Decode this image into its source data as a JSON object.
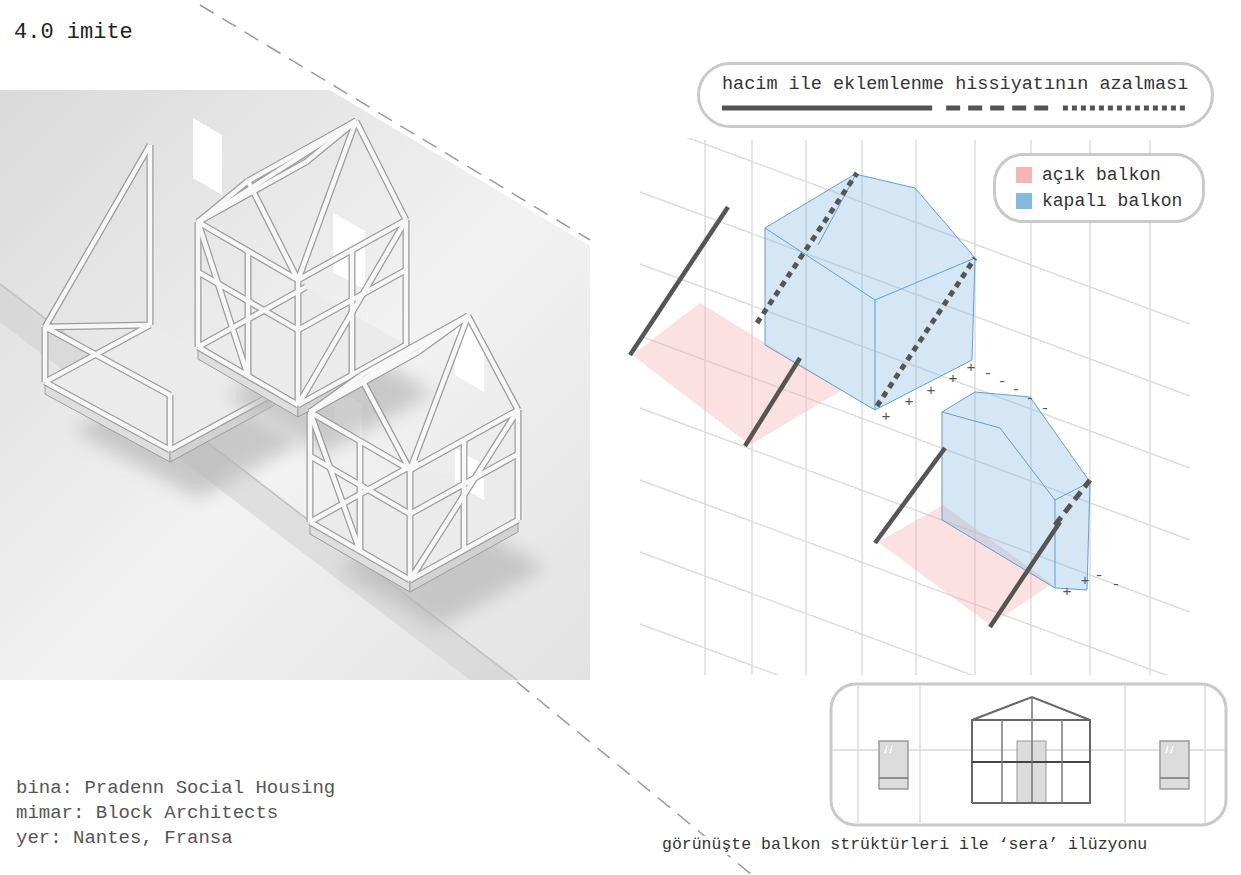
{
  "diagram": {
    "title": "4.0 imite",
    "caption": "görünüşte balkon strüktürleri ile ‘sera’ ilüzyonu",
    "nodes": [
      {
        "text": [
          "hacim ile eklemlenme hissiyatının azalması"
        ]
      }
    ],
    "labels": [
      "bina: Pradenn Social Housing",
      "mimar: Block Architects",
      "yer: Nantes, Fransa",
      "+",
      "+",
      "+",
      "+",
      "+",
      "-",
      "-",
      "-",
      "-",
      "-",
      "+",
      "+",
      "-",
      "-"
    ],
    "legend": [
      {
        "text": "açık balkon",
        "color": "#f5b5b5"
      },
      {
        "text": "kapalı balkon",
        "color": "#86b9df"
      }
    ]
  }
}
